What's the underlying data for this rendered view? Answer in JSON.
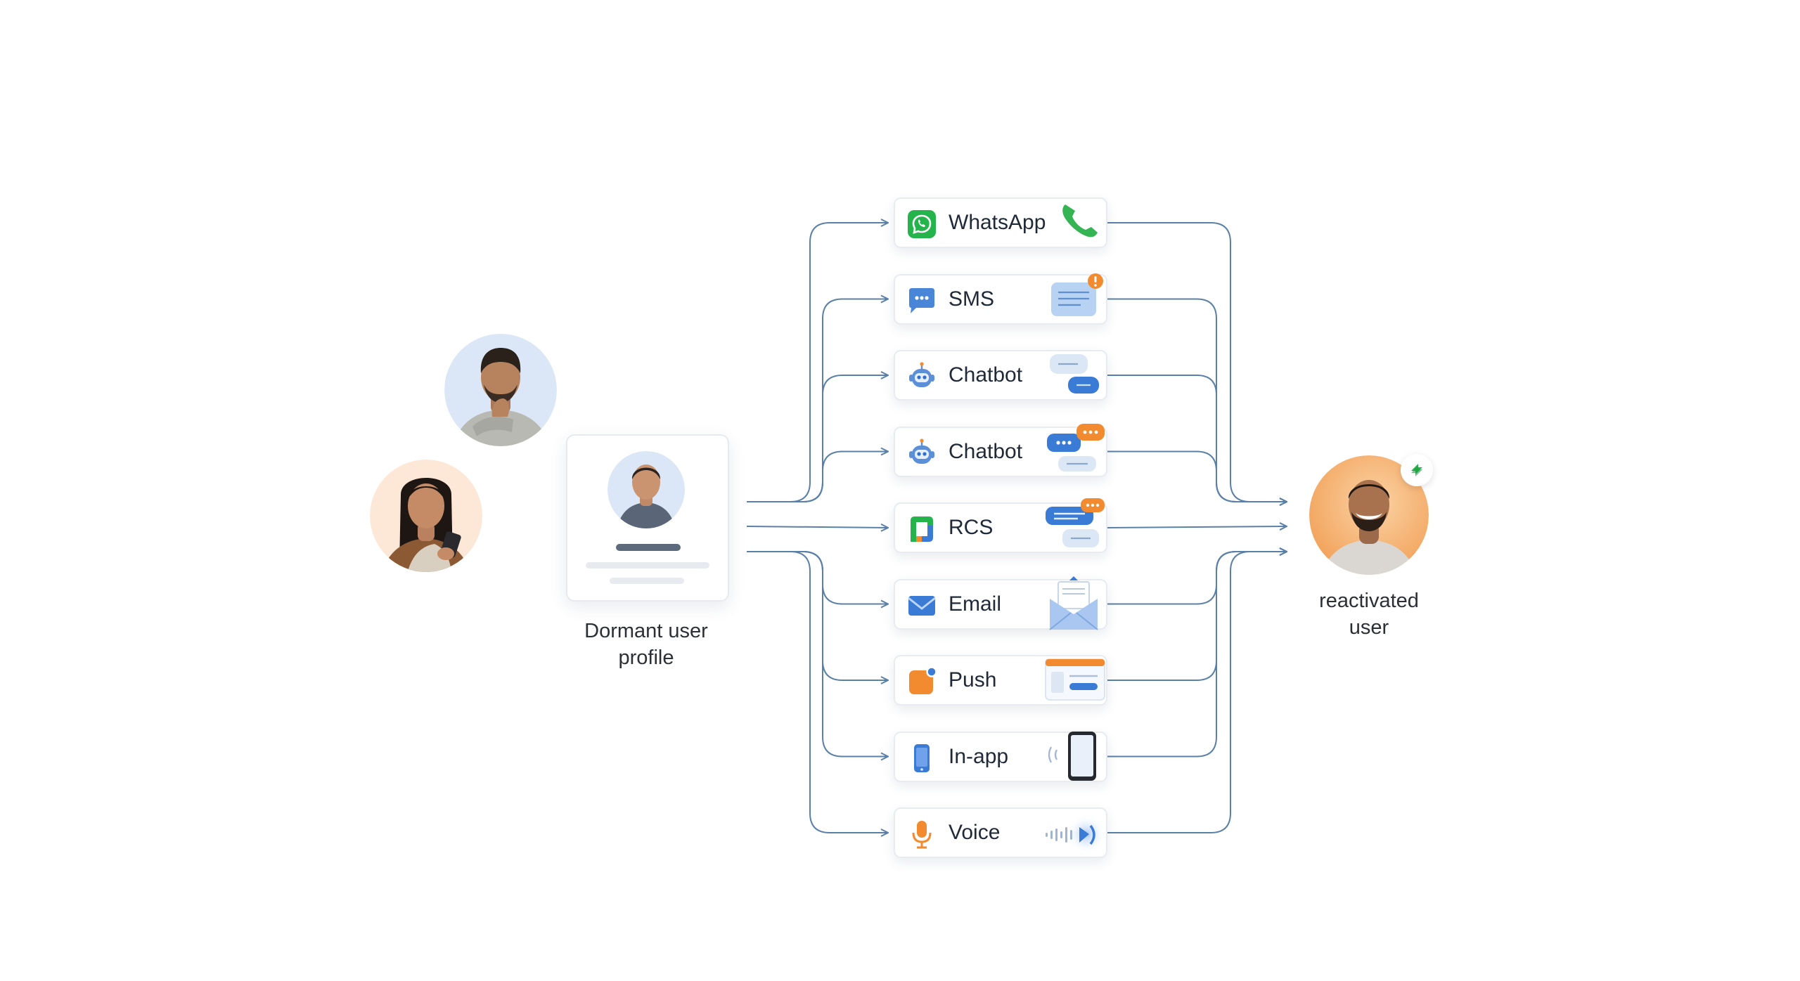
{
  "profile_caption": [
    "Dormant user",
    "profile"
  ],
  "result_caption": [
    "reactivated",
    "user"
  ],
  "channels": [
    {
      "label": "WhatsApp",
      "icon": "whatsapp-icon",
      "art": "phone-icon"
    },
    {
      "label": "SMS",
      "icon": "sms-icon",
      "art": "message-alert-icon"
    },
    {
      "label": "Chatbot",
      "icon": "robot-icon",
      "art": "chat-bubbles-icon"
    },
    {
      "label": "Chatbot",
      "icon": "robot-icon",
      "art": "typing-bubbles-icon"
    },
    {
      "label": "RCS",
      "icon": "rcs-icon",
      "art": "rich-message-icon"
    },
    {
      "label": "Email",
      "icon": "email-icon",
      "art": "open-envelope-icon"
    },
    {
      "label": "Push",
      "icon": "push-notification-icon",
      "art": "notification-panel-icon"
    },
    {
      "label": "In-app",
      "icon": "mobile-phone-icon",
      "art": "vibrating-phone-icon"
    },
    {
      "label": "Voice",
      "icon": "microphone-icon",
      "art": "sound-wave-icon"
    }
  ],
  "colors": {
    "connector": "#5b80a8",
    "whatsapp": "#25b34b",
    "accent_blue": "#3a7bd5",
    "accent_orange": "#f28b30"
  }
}
